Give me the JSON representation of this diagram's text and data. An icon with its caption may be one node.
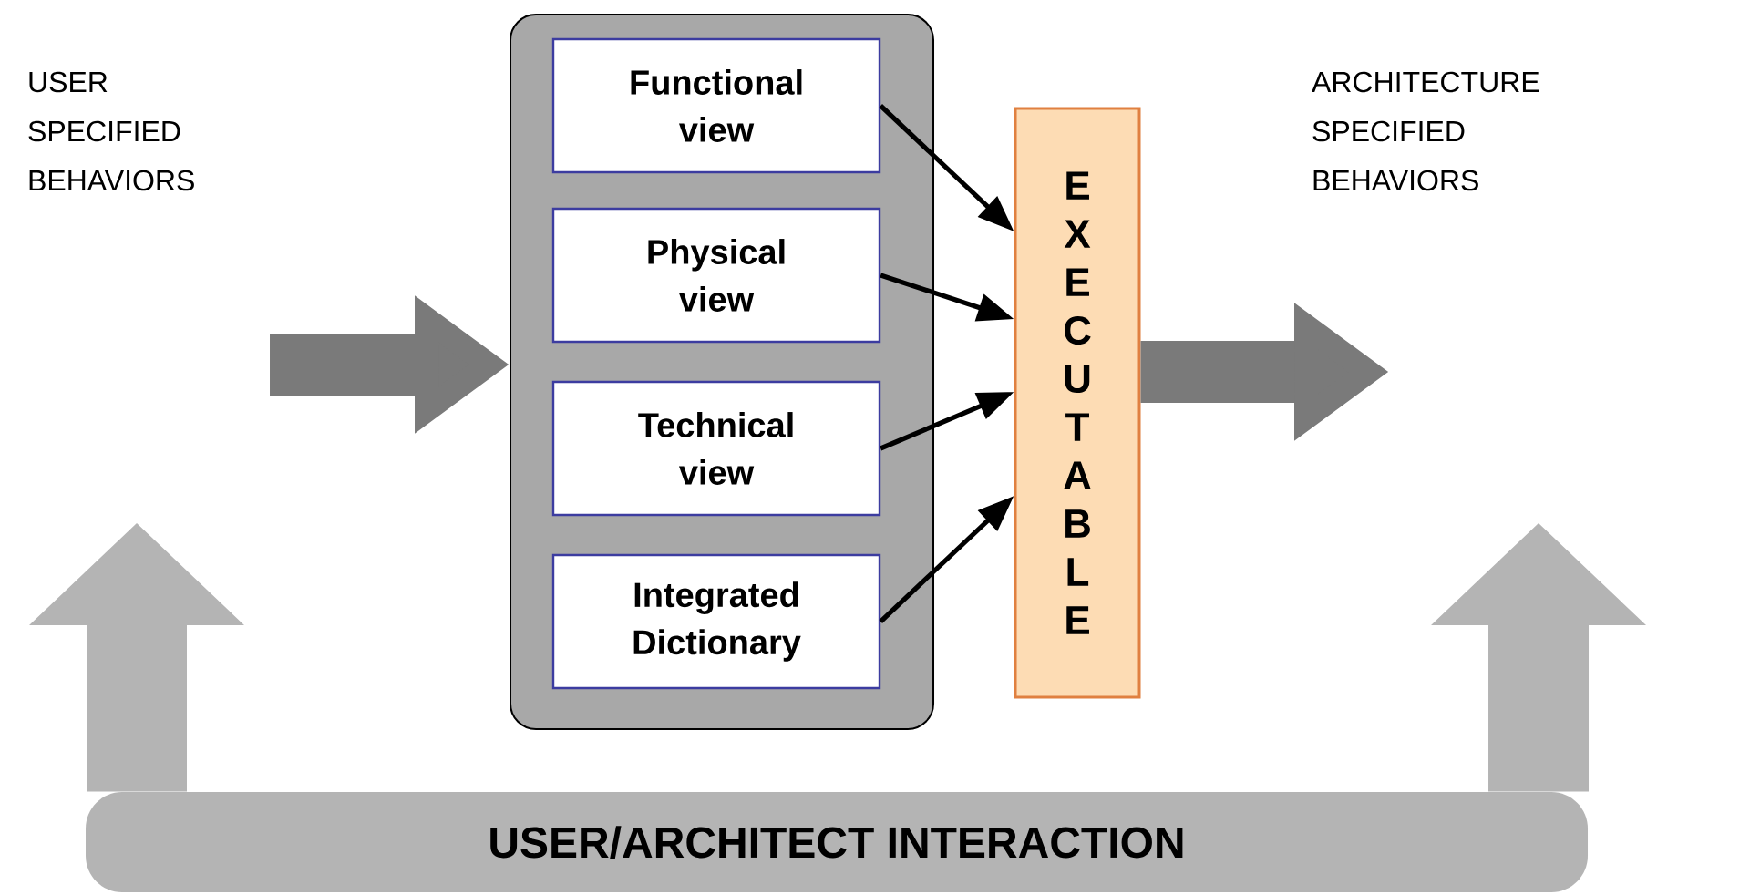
{
  "diagram": {
    "nodes": [
      {
        "text": [
          "USER SPECIFIED BEHAVIORS"
        ]
      },
      {
        "text": [],
        "shape": "box"
      },
      {
        "text": [
          "Functional view"
        ],
        "in": 1
      },
      {
        "text": [
          "Physical view"
        ],
        "in": 1
      },
      {
        "text": [
          "Technical view"
        ],
        "in": 1
      },
      {
        "text": [
          "Integrated Dictionary"
        ],
        "in": 1
      },
      {
        "text": [
          "EXECUTABLE"
        ]
      },
      {
        "text": [
          "ARCHITECTURE SPECIFIED BEHAVIORS"
        ]
      },
      {
        "text": [
          "USER/ARCHITECT INTERACTION"
        ]
      }
    ],
    "edges": [
      {
        "from": null,
        "to": 1,
        "arrow": "to",
        "style": "thick",
        "color": "#7a7a7a"
      },
      {
        "from": 2,
        "to": 6,
        "arrow": "to"
      },
      {
        "from": 3,
        "to": 6,
        "arrow": "to"
      },
      {
        "from": 4,
        "to": 6,
        "arrow": "to"
      },
      {
        "from": 5,
        "to": 6,
        "arrow": "to"
      },
      {
        "from": 6,
        "to": null,
        "arrow": "to",
        "style": "thick",
        "color": "#7a7a7a"
      },
      {
        "from": 8,
        "to": null,
        "arrow": "to",
        "style": "thick",
        "color": "#b4b4b4"
      },
      {
        "from": 8,
        "to": null,
        "arrow": "to",
        "style": "thick",
        "color": "#b4b4b4"
      }
    ]
  }
}
